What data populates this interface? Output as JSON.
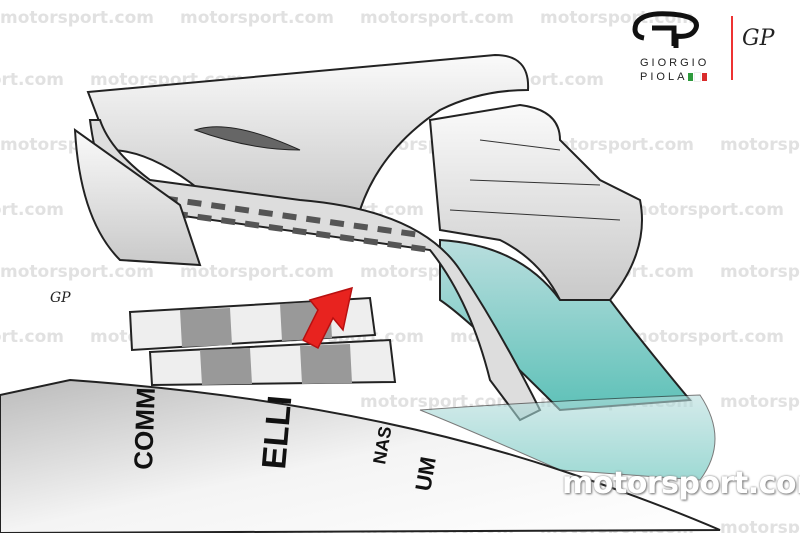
{
  "watermark": {
    "text": "motorsport.com",
    "big_text": "motorsport.com"
  },
  "logo": {
    "line1": "GIORGIO",
    "line2": "PIOLA",
    "monogram": "GP",
    "flag_colors": [
      "#2e9a3c",
      "#ffffff",
      "#d92b2b"
    ]
  },
  "signature": "GP",
  "decals": {
    "left": "COMM",
    "middle": "ELLI",
    "right_top": "NAS",
    "right_bottom": "UM"
  },
  "colors": {
    "arrow": "#e8231f",
    "teal": "#8fd4cf",
    "outline": "#222222"
  }
}
